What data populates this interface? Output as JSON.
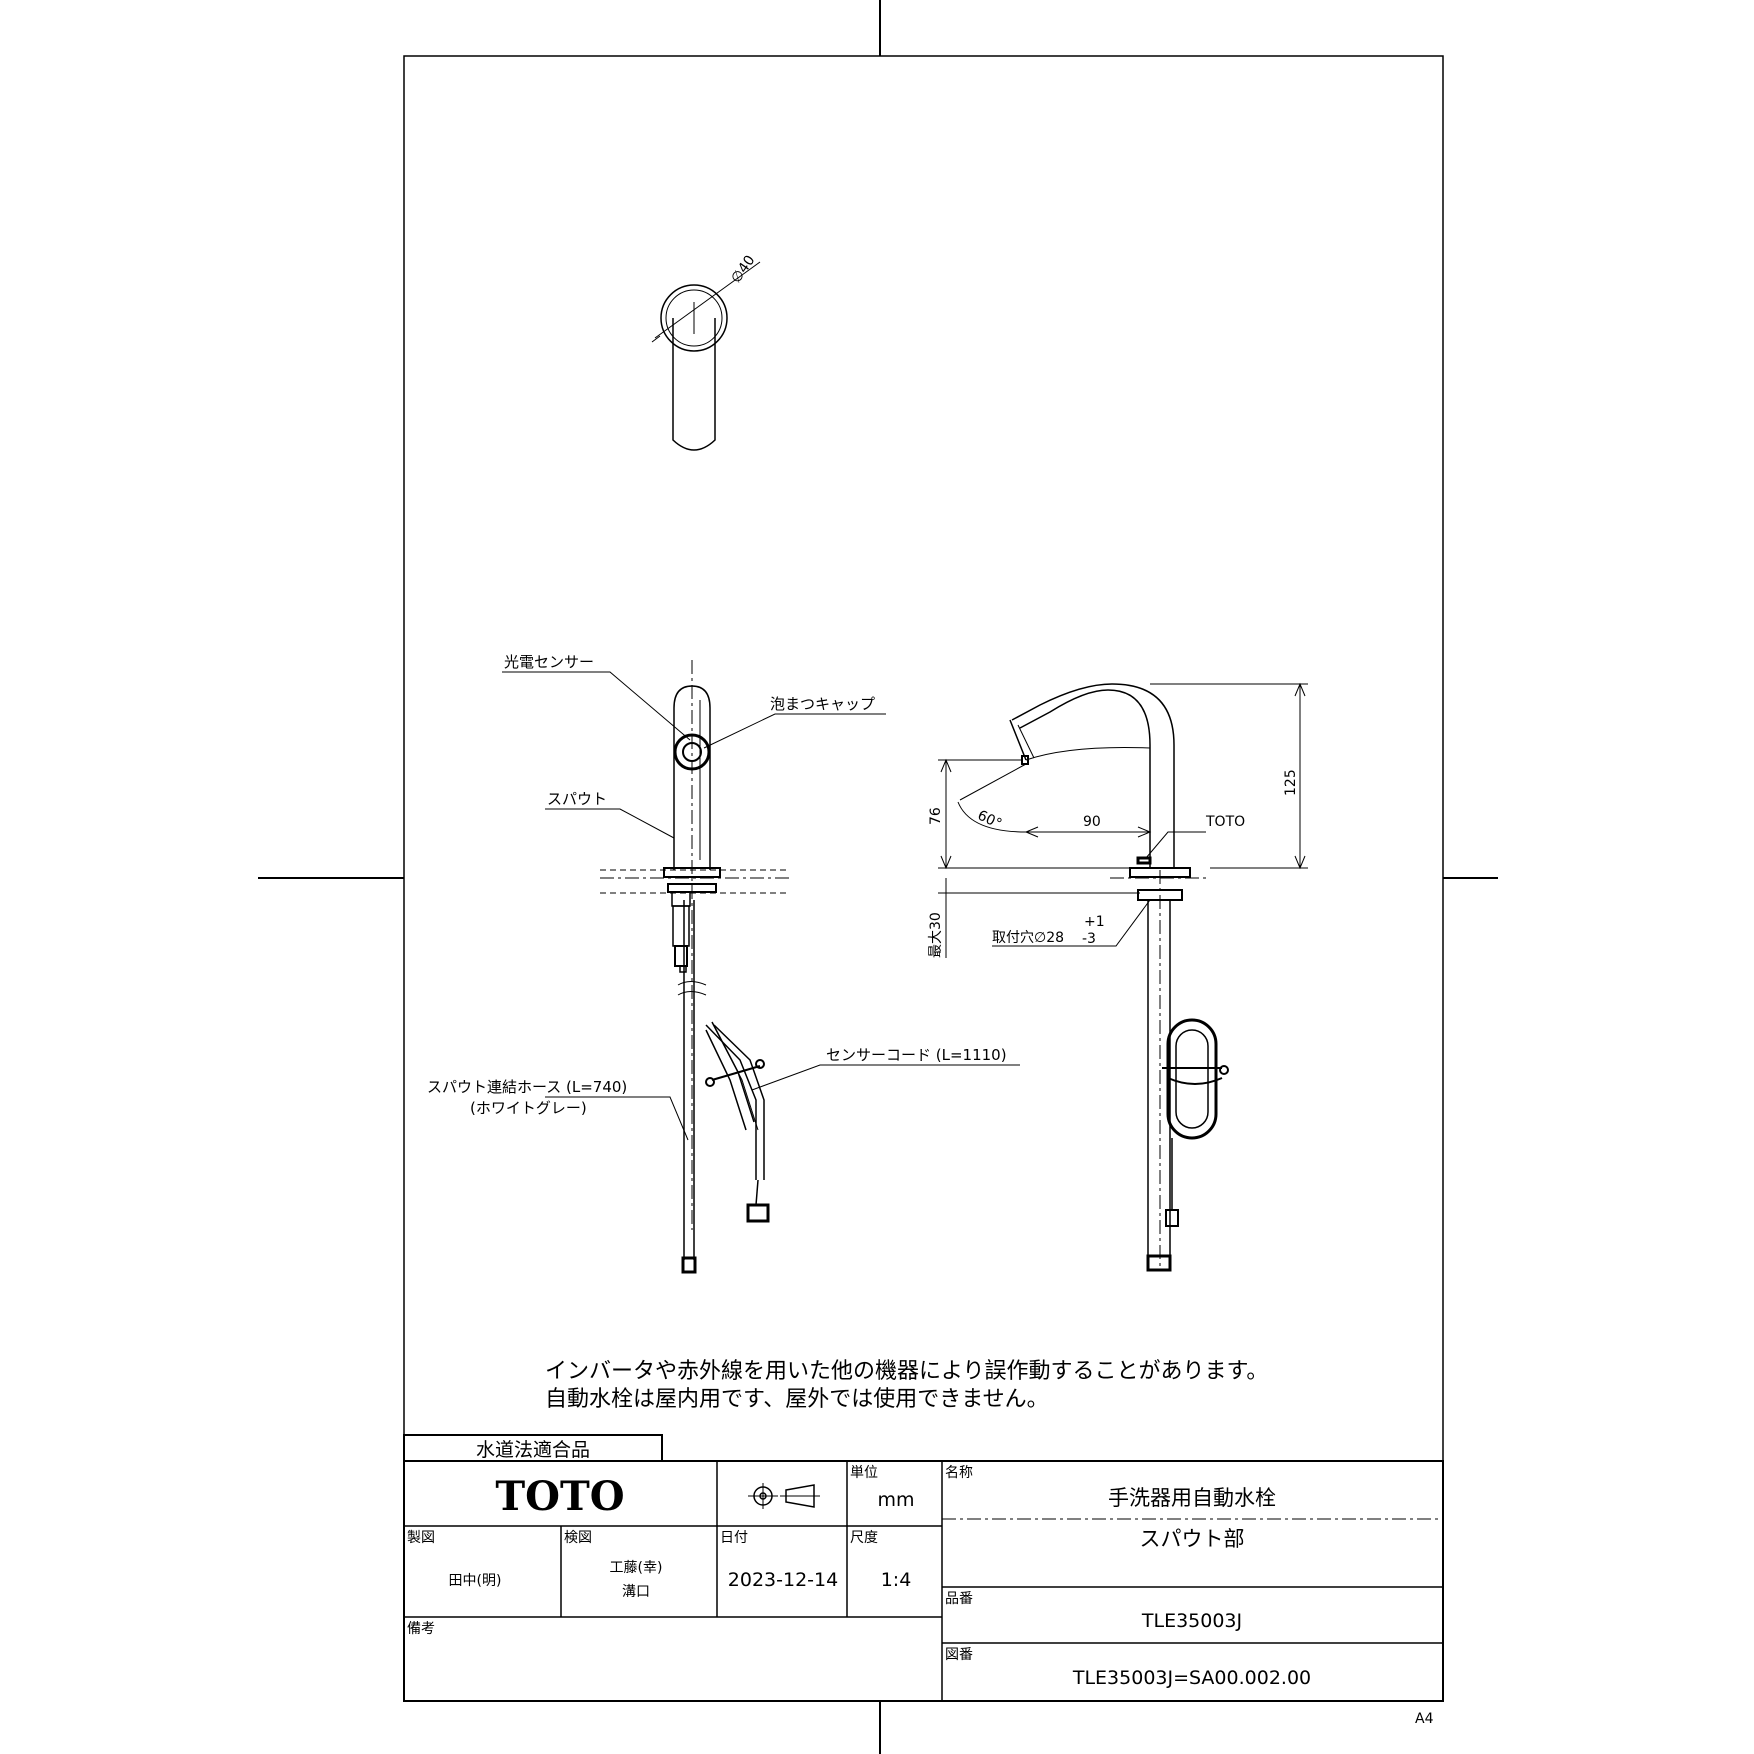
{
  "labels": {
    "photo_sensor": "光電センサー",
    "aerator_cap": "泡まつキャップ",
    "spout": "スパウト",
    "sensor_cord": "センサーコード (L=1110)",
    "connect_hose": "スパウト連結ホース (L=740)",
    "hose_color": "(ホワイトグレー)",
    "brand_mark": "TOTO"
  },
  "dimensions": {
    "diameter": "∅40",
    "height": "125",
    "outlet_height": "76",
    "angle": "60°",
    "reach": "90",
    "max_thickness": "最大30",
    "mount_hole": "取付穴∅28",
    "tol_plus": "+1",
    "tol_minus": "-3"
  },
  "notes": [
    "インバータや赤外線を用いた他の機器により誤作動することがあります。",
    "自動水栓は屋内用です、屋外では使用できません。"
  ],
  "title_block": {
    "cert": "水道法適合品",
    "logo": "TOTO",
    "unit_label": "単位",
    "unit_value": "mm",
    "name_label": "名称",
    "name_value": "手洗器用自動水栓",
    "sub_name": "スパウト部",
    "drawn_label": "製図",
    "drawn_value": "田中(明)",
    "checked_label": "検図",
    "checked_value_1": "工藤(幸)",
    "checked_value_2": "溝口",
    "date_label": "日付",
    "date_value": "2023-12-14",
    "scale_label": "尺度",
    "scale_value": "1:4",
    "part_label": "品番",
    "part_value": "TLE35003J",
    "remarks_label": "備考",
    "drawing_label": "図番",
    "drawing_value": "TLE35003J=SA00.002.00",
    "paper": "A4"
  }
}
